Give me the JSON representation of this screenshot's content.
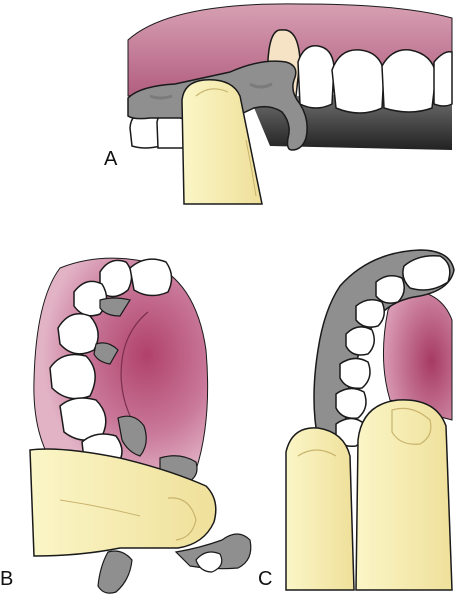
{
  "labels": {
    "a": "A",
    "b": "B",
    "c": "C"
  },
  "colors": {
    "gingiva": "#c06f8e",
    "gingiva_light": "#e8c0cf",
    "tooth": "#ffffff",
    "tooth_shadow": "#d9d9d9",
    "impression_tray": "#8e8e8e",
    "finger_skin": "#fbf5bd",
    "finger_shadow": "#d9c77a",
    "outline": "#1a1a1a"
  },
  "icons": {
    "panel_a": "finger-pressing-denture-icon",
    "panel_b": "upper-arch-with-partial-denture-icon",
    "panel_c": "lower-arch-with-two-fingers-icon"
  }
}
